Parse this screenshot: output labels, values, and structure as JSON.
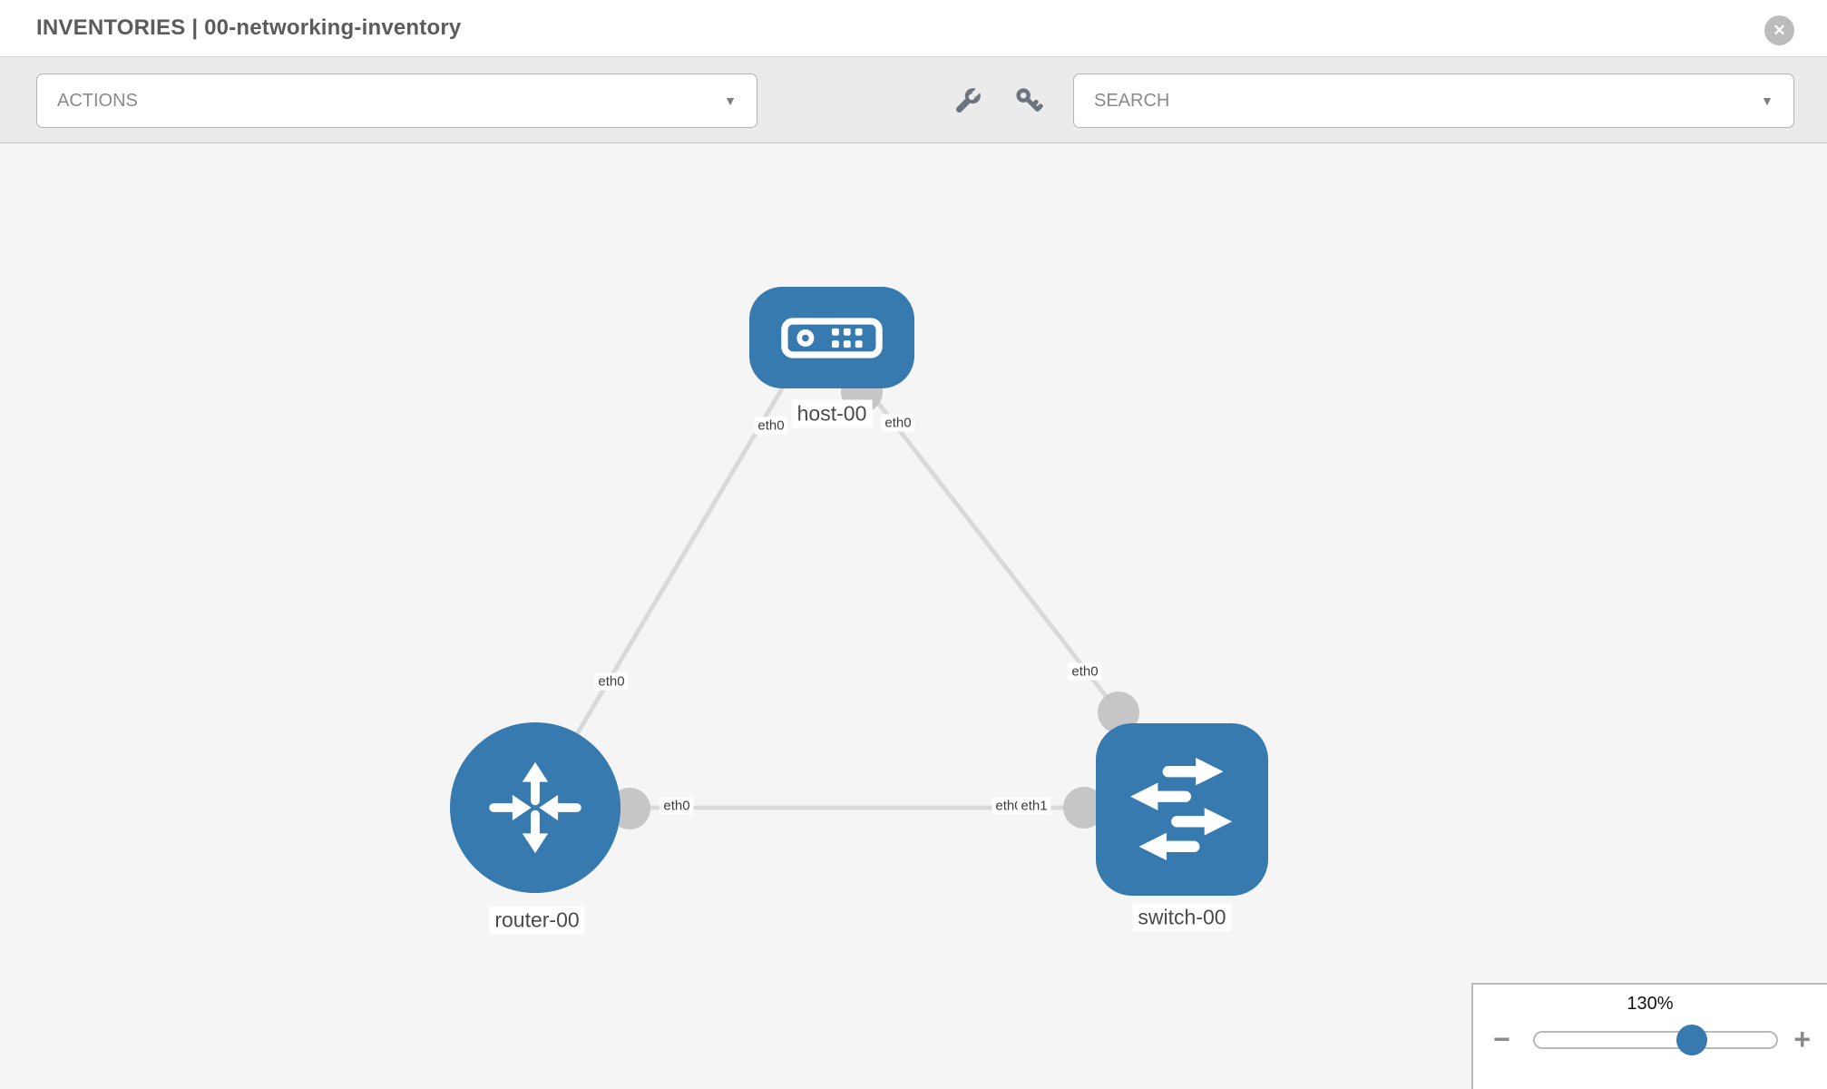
{
  "header": {
    "title": "INVENTORIES | 00-networking-inventory",
    "close_glyph": "✕"
  },
  "toolbar": {
    "actions_label": "ACTIONS",
    "search_placeholder": "SEARCH",
    "caret_glyph": "▼",
    "icons": [
      "wrench",
      "key"
    ]
  },
  "topology": {
    "nodes": [
      {
        "label": "host-00",
        "type": "host"
      },
      {
        "label": "router-00",
        "type": "router"
      },
      {
        "label": "switch-00",
        "type": "switch"
      }
    ],
    "interface_labels": [
      "eth0",
      "eth0",
      "eth0",
      "eth0",
      "eth0",
      "eth0",
      "eth1"
    ]
  },
  "zoom_control": {
    "value": "130%",
    "minus_glyph": "−",
    "plus_glyph": "+"
  },
  "colors": {
    "node_blue": "#377ab0",
    "link_gray": "#d9d9d9",
    "connector_gray": "#c6c6c6",
    "toolbar_bg": "#ebebeb",
    "canvas_bg": "#f5f5f5"
  }
}
